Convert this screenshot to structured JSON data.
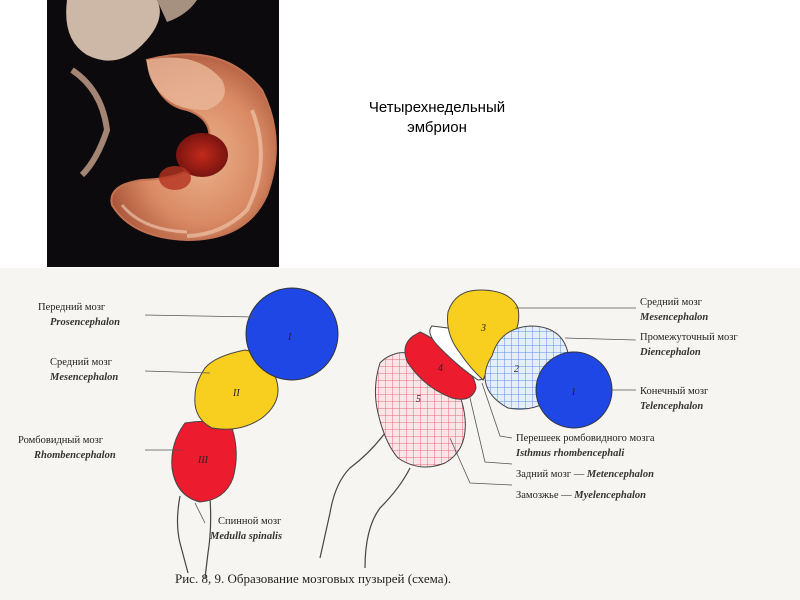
{
  "photo": {
    "subject": "embryo-photo"
  },
  "caption": {
    "line1": "Четырехнедельный",
    "line2": "эмбрион"
  },
  "left_diagram": {
    "labels": [
      {
        "ru": "Передний мозг",
        "lat": "Prosencephalon"
      },
      {
        "ru": "Средний мозг",
        "lat": "Mesencephalon"
      },
      {
        "ru": "Ромбовидный мозг",
        "lat": "Rhombencephalon"
      },
      {
        "ru": "Спинной мозг",
        "lat": "Medulla spinalis"
      }
    ],
    "numbers": [
      "I",
      "II",
      "III"
    ]
  },
  "right_diagram": {
    "labels": [
      {
        "ru": "Средний мозг",
        "lat": "Mesencephalon"
      },
      {
        "ru": "Промежуточный мозг",
        "lat": "Diencephalon"
      },
      {
        "ru": "Конечный мозг",
        "lat": "Telencephalon"
      },
      {
        "ru": "Перешеек ромбовидного мозга",
        "lat": "Isthmus rhombencephali"
      },
      {
        "ru": "Задний мозг — ",
        "lat": "Metencephalon"
      },
      {
        "ru": "Замозжье — ",
        "lat": "Myelencephalon"
      }
    ],
    "numbers": [
      "1",
      "2",
      "3",
      "4",
      "5"
    ]
  },
  "figure_caption": "Рис. 8, 9. Образование мозговых пузырей (схема).",
  "colors": {
    "blue": "#1f47e6",
    "yellow": "#f8cf1f",
    "red": "#ec1c2e",
    "red_grid": "#e06a78",
    "blue_grid": "#5a8fe0"
  }
}
